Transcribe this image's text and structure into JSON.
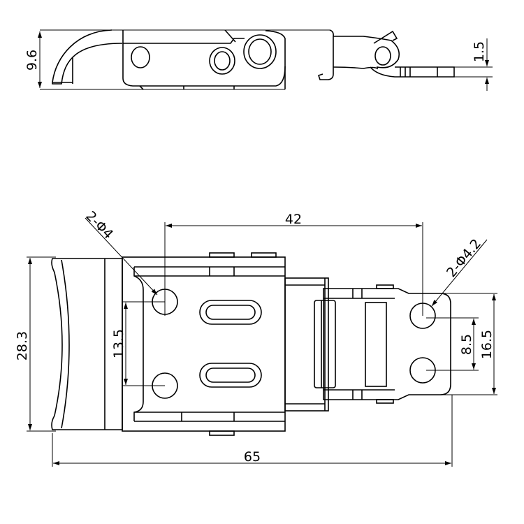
{
  "side_view": {
    "height_dim": "9.6",
    "thickness_dim": "1.5"
  },
  "top_view": {
    "hole_callout_left": "2-Φ4",
    "hole_spacing_dim": "42",
    "hole_callout_right": "2-Φ4.2",
    "height_dim": "28.3",
    "left_hole_pitch_dim": "13.5",
    "right_hole_pitch_dim": "8.5",
    "keeper_height_dim": "16.5",
    "overall_length_dim": "65"
  },
  "colors": {
    "line": "#000000",
    "background": "#ffffff"
  }
}
